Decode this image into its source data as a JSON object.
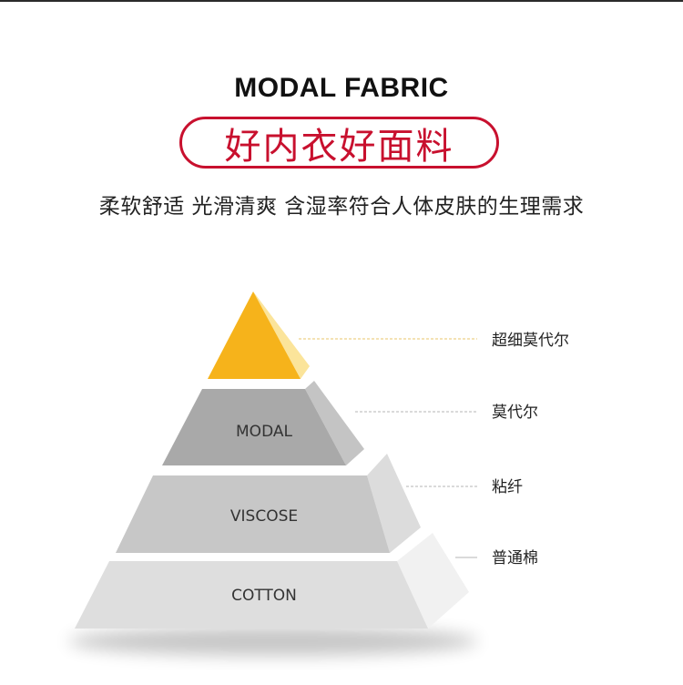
{
  "header": {
    "title": "MODAL FABRIC",
    "subtitle": "好内衣好面料",
    "tagline": "柔软舒适 光滑清爽 含湿率符合人体皮肤的生理需求"
  },
  "pyramid": {
    "tiers": [
      {
        "label": "",
        "side_label": "超细莫代尔",
        "color": "#f6b31b"
      },
      {
        "label": "MODAL",
        "side_label": "莫代尔",
        "color": "#a9a9a9"
      },
      {
        "label": "VISCOSE",
        "side_label": "粘纤",
        "color": "#c7c7c7"
      },
      {
        "label": "COTTON",
        "side_label": "普通棉",
        "color": "#dedede"
      }
    ]
  },
  "colors": {
    "accent": "#c8102e",
    "leader_gold": "#e8c46a",
    "leader_gray": "#b5b5b5"
  }
}
